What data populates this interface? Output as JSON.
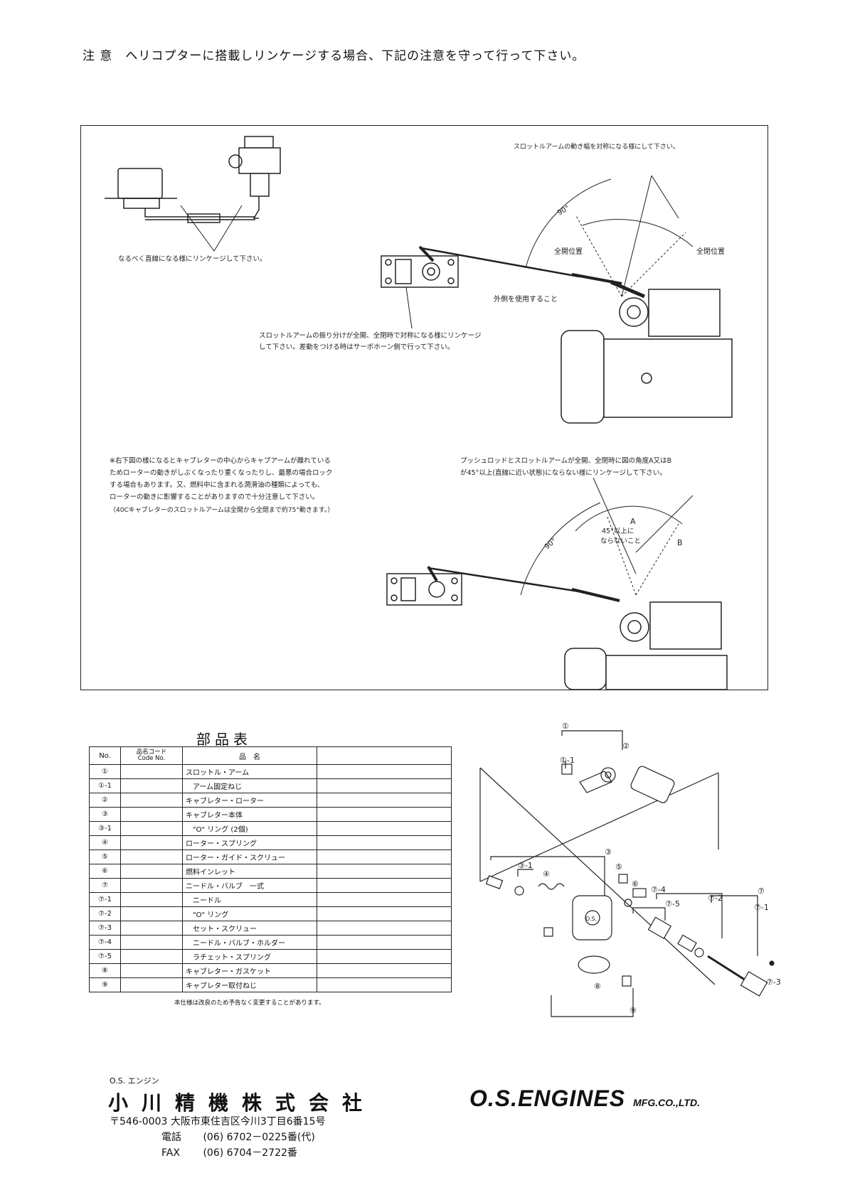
{
  "heading": "注 意　ヘリコプターに搭載しリンケージする場合、下記の注意を守って行って下さい。",
  "figure": {
    "note_linkage_straight": "なるべく直線になる様にリンケージして下さい。",
    "note_symmetric": "スロットルアームの動き幅を対称になる様にして下さい。",
    "label_angle_90": "90°",
    "label_full_open": "全開位置",
    "label_full_closed": "全閉位置",
    "label_use_outside": "外側を使用すること",
    "note_throttle_split": [
      "スロットルアームの振り分けが全開、全閉時で対称になる様にリンケージ",
      "して下さい。差動をつける時はサーボホーン側で行って下さい。"
    ],
    "note_rotor_warning": [
      "※右下図の様になるとキャブレターの中心からキャブアームが離れている",
      "ためローターの動きがしぶくなったり重くなったりし、最悪の場合ロック",
      "する場合もあります。又、燃料中に含まれる潤滑油の種類によっても、",
      "ローターの動きに影響することがありますので十分注意して下さい。",
      "（40Cキャブレターのスロットルアームは全開から全閉まで約75°動きます。）"
    ],
    "note_pushrod_angle": [
      "プッシュロッドとスロットルアームが全開、全閉時に図の角度A又はB",
      "が45°以上(直線に近い状態)にならない様にリンケージして下さい。"
    ],
    "label_a": "A",
    "label_b": "B",
    "label_not_over_45": [
      "45°以上に",
      "ならないこと"
    ]
  },
  "parts_table": {
    "title": "部品表",
    "headers": {
      "no": "No.",
      "code_jp": "品名コード",
      "code_en": "Code No.",
      "name": "品　名"
    },
    "rows": [
      {
        "no": "①",
        "name": "スロットル・アーム",
        "indent": false
      },
      {
        "no": "①-1",
        "name": "アーム固定ねじ",
        "indent": true
      },
      {
        "no": "②",
        "name": "キャブレター・ローター",
        "indent": false
      },
      {
        "no": "③",
        "name": "キャブレター本体",
        "indent": false
      },
      {
        "no": "③-1",
        "name": "\"O\" リング (2個)",
        "indent": true
      },
      {
        "no": "④",
        "name": "ローター・スプリング",
        "indent": false
      },
      {
        "no": "⑤",
        "name": "ローター・ガイド・スクリュー",
        "indent": false
      },
      {
        "no": "⑥",
        "name": "燃料インレット",
        "indent": false
      },
      {
        "no": "⑦",
        "name": "ニードル・バルブ　一式",
        "indent": false
      },
      {
        "no": "⑦-1",
        "name": "ニードル",
        "indent": true
      },
      {
        "no": "⑦-2",
        "name": "\"O\" リング",
        "indent": true
      },
      {
        "no": "⑦-3",
        "name": "セット・スクリュー",
        "indent": true
      },
      {
        "no": "⑦-4",
        "name": "ニードル・バルブ・ホルダー",
        "indent": true
      },
      {
        "no": "⑦-5",
        "name": "ラチェット・スプリング",
        "indent": true
      },
      {
        "no": "⑧",
        "name": "キャブレター・ガスケット",
        "indent": false
      },
      {
        "no": "⑨",
        "name": "キャブレター取付ねじ",
        "indent": false
      }
    ],
    "spec_note": "本仕様は改良のため予告なく変更することがあります。"
  },
  "exploded_view": {
    "callouts": [
      "①",
      "①-1",
      "②",
      "③",
      "③-1",
      "④",
      "⑤",
      "⑥",
      "⑦",
      "⑦-4",
      "⑦-5",
      "⑦-2",
      "⑦-1",
      "⑦-3",
      "⑧",
      "⑨"
    ],
    "body_mark": "O.S."
  },
  "footer": {
    "brand_jp": "O.S. エンジン",
    "company": "小川精機株式会社",
    "address": "〒546-0003 大阪市東住吉区今川3丁目6番15号",
    "tel_label": "電話",
    "tel": "(06) 6702－0225番(代)",
    "fax_label": "FAX",
    "fax": "(06) 6704－2722番",
    "logo_main": "O.S.ENGINES",
    "logo_sub": "MFG.CO.,LTD."
  }
}
